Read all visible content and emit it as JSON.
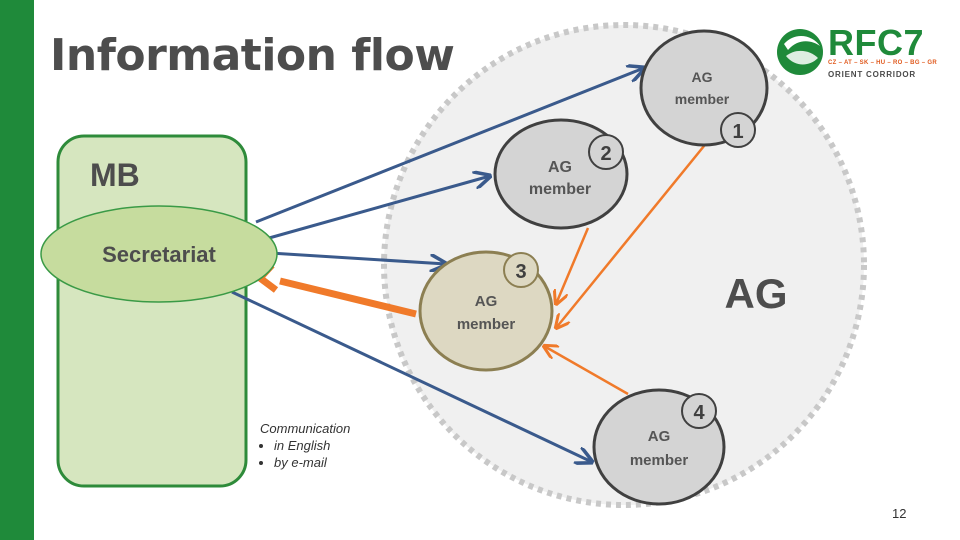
{
  "title": "Information flow",
  "logo": {
    "main": "RFC7",
    "countries": "CZ – AT – SK – HU – RO – BG – GR",
    "sub": "ORIENT CORRIDOR"
  },
  "mb_label": "MB",
  "secretariat_label": "Secretariat",
  "ag_label": "AG",
  "members": [
    {
      "line1": "AG",
      "line2": "member",
      "number": "1"
    },
    {
      "line1": "AG",
      "line2": "member",
      "number": "2"
    },
    {
      "line1": "AG",
      "line2": "member",
      "number": "3"
    },
    {
      "line1": "AG",
      "line2": "member",
      "number": "4"
    }
  ],
  "notes": {
    "heading": "Communication",
    "items": [
      "in English",
      "by e-mail"
    ]
  },
  "page_number": "12",
  "colors": {
    "brand_green": "#1f8a3a",
    "arrow_blue": "#3a5a8c",
    "arrow_orange": "#f07a2a",
    "member_gray": "#d4d4d4",
    "member3_fill": "#ddd8c2",
    "member3_stroke": "#8c7f52",
    "mb_fill": "#d6e6bf"
  }
}
